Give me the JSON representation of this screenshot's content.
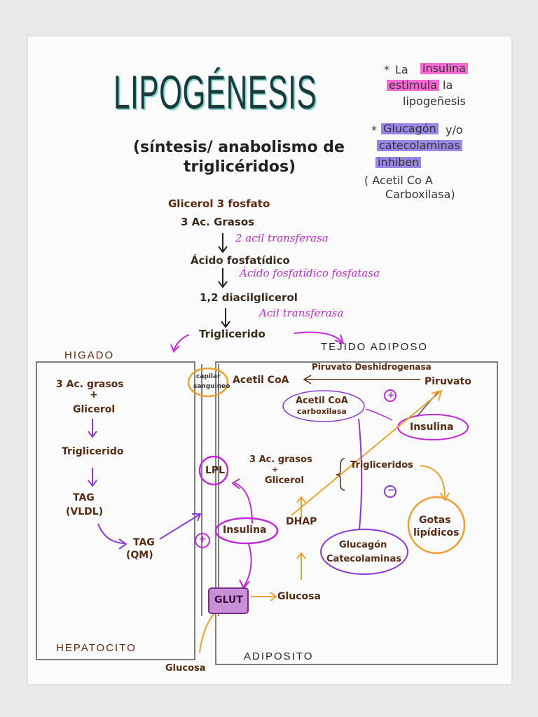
{
  "title": "LIPOGÉNESIS",
  "subtitle_line1": "(síntesis/ anabolismo de",
  "subtitle_line2": "triglicéridos)",
  "notes": {
    "n1_star": "*",
    "n1_a": "La",
    "n1_b": "insulina",
    "n1_c": "estimula",
    "n1_d": "la",
    "n1_e": "lipogeñesis",
    "n2_star": "*",
    "n2_a": "Glucagón",
    "n2_b": "y/o",
    "n2_c": "catecolaminas",
    "n2_d": "inhiben",
    "n2_e": "( Acetil Co A",
    "n2_f": "Carboxilasa)"
  },
  "pathway": {
    "s1": "Glicerol 3 fosfato",
    "s2": "3 Ac. Grasos",
    "e1": "2 acil transferasa",
    "s3": "Ácido fosfatídico",
    "e2": "Ácido fosfatídico fosfatasa",
    "s4": "1,2 diacilglicerol",
    "e3": "Acil transferasa",
    "s5": "Triglicerido"
  },
  "higado": {
    "label": "HIGADO",
    "a": "3 Ac. grasos",
    "plus": "+",
    "b": "Glicerol",
    "c": "Triglicerido",
    "d1": "TAG",
    "d2": "(VLDL)",
    "e1": "TAG",
    "e2": "(QM)",
    "bottom": "HEPATOCITO"
  },
  "adiposo": {
    "label": "TEJIDO ADIPOSO",
    "cap1": "capilar",
    "cap2": "sanguineo",
    "acetil": "Acetil CoA",
    "pdh": "Piruvato Deshidrogenasa",
    "piruvato": "Piruvato",
    "acc1": "Acetil CoA",
    "acc2": "carboxilasa",
    "plus_sign": "+",
    "insulina_r": "Insulina",
    "lpl": "LPL",
    "fa": "3 Ac. grasos",
    "plus2": "+",
    "glicerol": "Glicerol",
    "trig": "Trigliceridos",
    "minus_sign": "−",
    "gotas1": "Gotas",
    "gotas2": "lipídicos",
    "plus_left": "+",
    "insulina_c": "Insulina",
    "dhap": "DHAP",
    "gluc1": "Glucagón",
    "gluc2": "Catecolaminas",
    "glut": "GLUT",
    "glucosa_in": "Glucosa",
    "glucosa_out": "Glucosa",
    "bottom": "ADIPOSITO"
  },
  "colors": {
    "teal": "#7cd3c9",
    "pink": "#f56bd3",
    "purple": "#9a86e6",
    "magenta": "#c02ad8",
    "orange": "#f0a030",
    "brown": "#5a2a12"
  }
}
